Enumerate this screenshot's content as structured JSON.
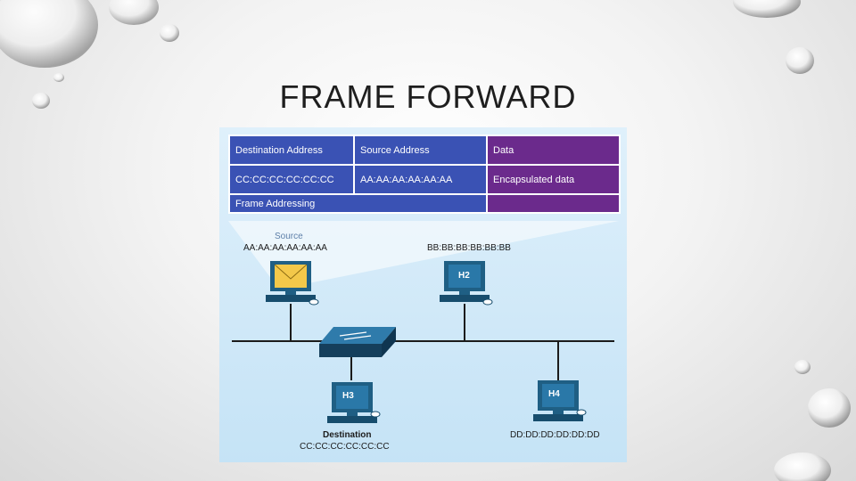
{
  "slide": {
    "title": "FRAME FORWARD"
  },
  "frame": {
    "headers": [
      "Destination Address",
      "Source Address",
      "Data"
    ],
    "values": [
      "CC:CC:CC:CC:CC:CC",
      "AA:AA:AA:AA:AA:AA",
      "Encapsulated data"
    ],
    "footer": "Frame Addressing"
  },
  "hosts": {
    "h1": {
      "role": "Source",
      "mac": "AA:AA:AA:AA:AA:AA"
    },
    "h2": {
      "name": "H2",
      "mac": "BB:BB:BB:BB:BB:BB"
    },
    "h3": {
      "name": "H3",
      "role": "Destination",
      "mac": "CC:CC:CC:CC:CC:CC"
    },
    "h4": {
      "name": "H4",
      "mac": "DD:DD:DD:DD:DD:DD"
    }
  },
  "colors": {
    "table_blue": "#3a52b4",
    "table_purple": "#6b2a8c",
    "monitor": "#1f5f84",
    "switch": "#1e5c82",
    "envelope": "#f3c84a"
  }
}
